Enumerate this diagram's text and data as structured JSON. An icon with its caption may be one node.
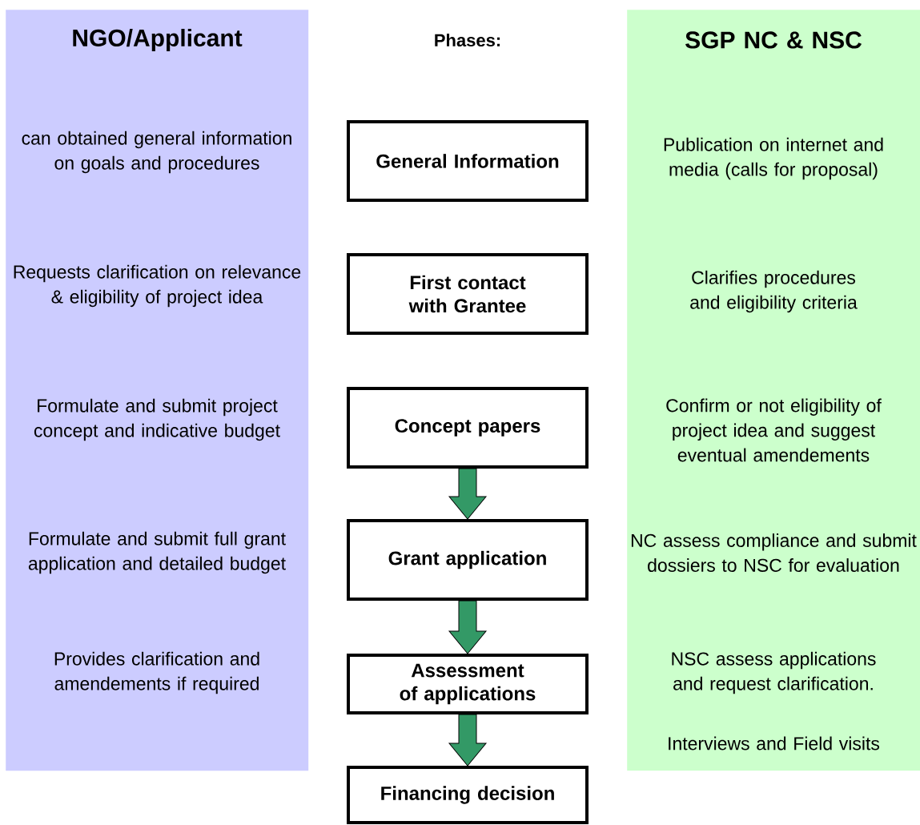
{
  "diagram": {
    "nodes": [
      {
        "text": [
          "NGO/Applicant",
          "can obtained general information on goals and procedures",
          "Requests clarification on relevance & eligibility of project idea",
          "Formulate and submit project concept and indicative budget",
          "Formulate and submit full grant application and detailed budget",
          "Provides clarification and amendements if required"
        ]
      },
      {
        "text": [
          "SGP NC & NSC",
          "Publication on internet and media (calls for proposal)",
          "Clarifies procedures and eligibility criteria",
          "Confirm or not eligibility of project idea and suggest eventual amendements",
          "NC assess compliance and submit dossiers to NSC for evaluation",
          "NSC assess applications and request clarification.",
          "Interviews and Field visits"
        ]
      },
      {
        "text": [
          "General Information"
        ]
      },
      {
        "text": [
          "First contact with Grantee"
        ]
      },
      {
        "text": [
          "Concept papers"
        ]
      },
      {
        "text": [
          "Grant application"
        ]
      },
      {
        "text": [
          "Assessment of applications"
        ]
      },
      {
        "text": [
          "Financing decision"
        ]
      }
    ],
    "edges": [
      {
        "from": 4,
        "to": 5,
        "arrow": "to"
      },
      {
        "from": 5,
        "to": 6,
        "arrow": "to"
      },
      {
        "from": 6,
        "to": 7,
        "arrow": "to"
      }
    ],
    "labels": [
      "Phases:"
    ]
  }
}
